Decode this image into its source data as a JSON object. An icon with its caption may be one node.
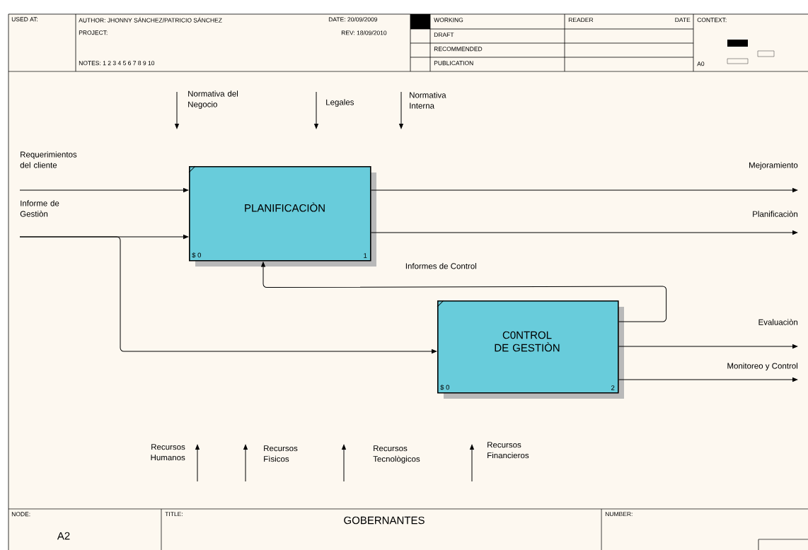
{
  "diagram": {
    "title": "GOBERNANTES",
    "nodes": [
      {
        "text": [
          "PLANIFICACIÒN",
          "$ 0",
          "1"
        ]
      },
      {
        "text": [
          "C0NTROL DE GESTIÒN",
          "$ 0",
          "2"
        ]
      }
    ],
    "edges": [
      {
        "from": null,
        "to": 0,
        "arrow": "to",
        "label": "Requerimientos del cliente"
      },
      {
        "from": null,
        "to": 0,
        "arrow": "to",
        "label": "Informe de Gestiòn"
      },
      {
        "from": null,
        "to": 1,
        "arrow": "to"
      },
      {
        "from": 0,
        "to": null,
        "arrow": "to",
        "label": "Mejoramiento"
      },
      {
        "from": 0,
        "to": null,
        "arrow": "to",
        "label": "Planificaciòn"
      },
      {
        "from": 1,
        "to": 0,
        "arrow": "to",
        "label": "Informes de Control"
      },
      {
        "from": 1,
        "to": null,
        "arrow": "to",
        "label": "Evaluaciòn"
      },
      {
        "from": 1,
        "to": null,
        "arrow": "to",
        "label": "Monitoreo y Control"
      }
    ],
    "labels": [
      "USED AT:",
      "AUTHOR: JHONNY SÁNCHEZ/PATRICIO SÁNCHEZ",
      "DATE: 20/09/2009",
      "PROJECT:",
      "REV: 18/09/2010",
      "NOTES: 1 2 3 4 5 6 7 8 9 10",
      "WORKING",
      "READER",
      "DATE",
      "DRAFT",
      "RECOMMENDED",
      "PUBLICATION",
      "CONTEXT:",
      "A0",
      "Normativa del Negocio",
      "Legales",
      "Normativa Interna",
      "Recursos Humanos",
      "Recursos Fìsicos",
      "Recursos Tecnològicos",
      "Recursos Financieros",
      "NODE:",
      "A2",
      "TITLE:",
      "NUMBER:"
    ]
  }
}
